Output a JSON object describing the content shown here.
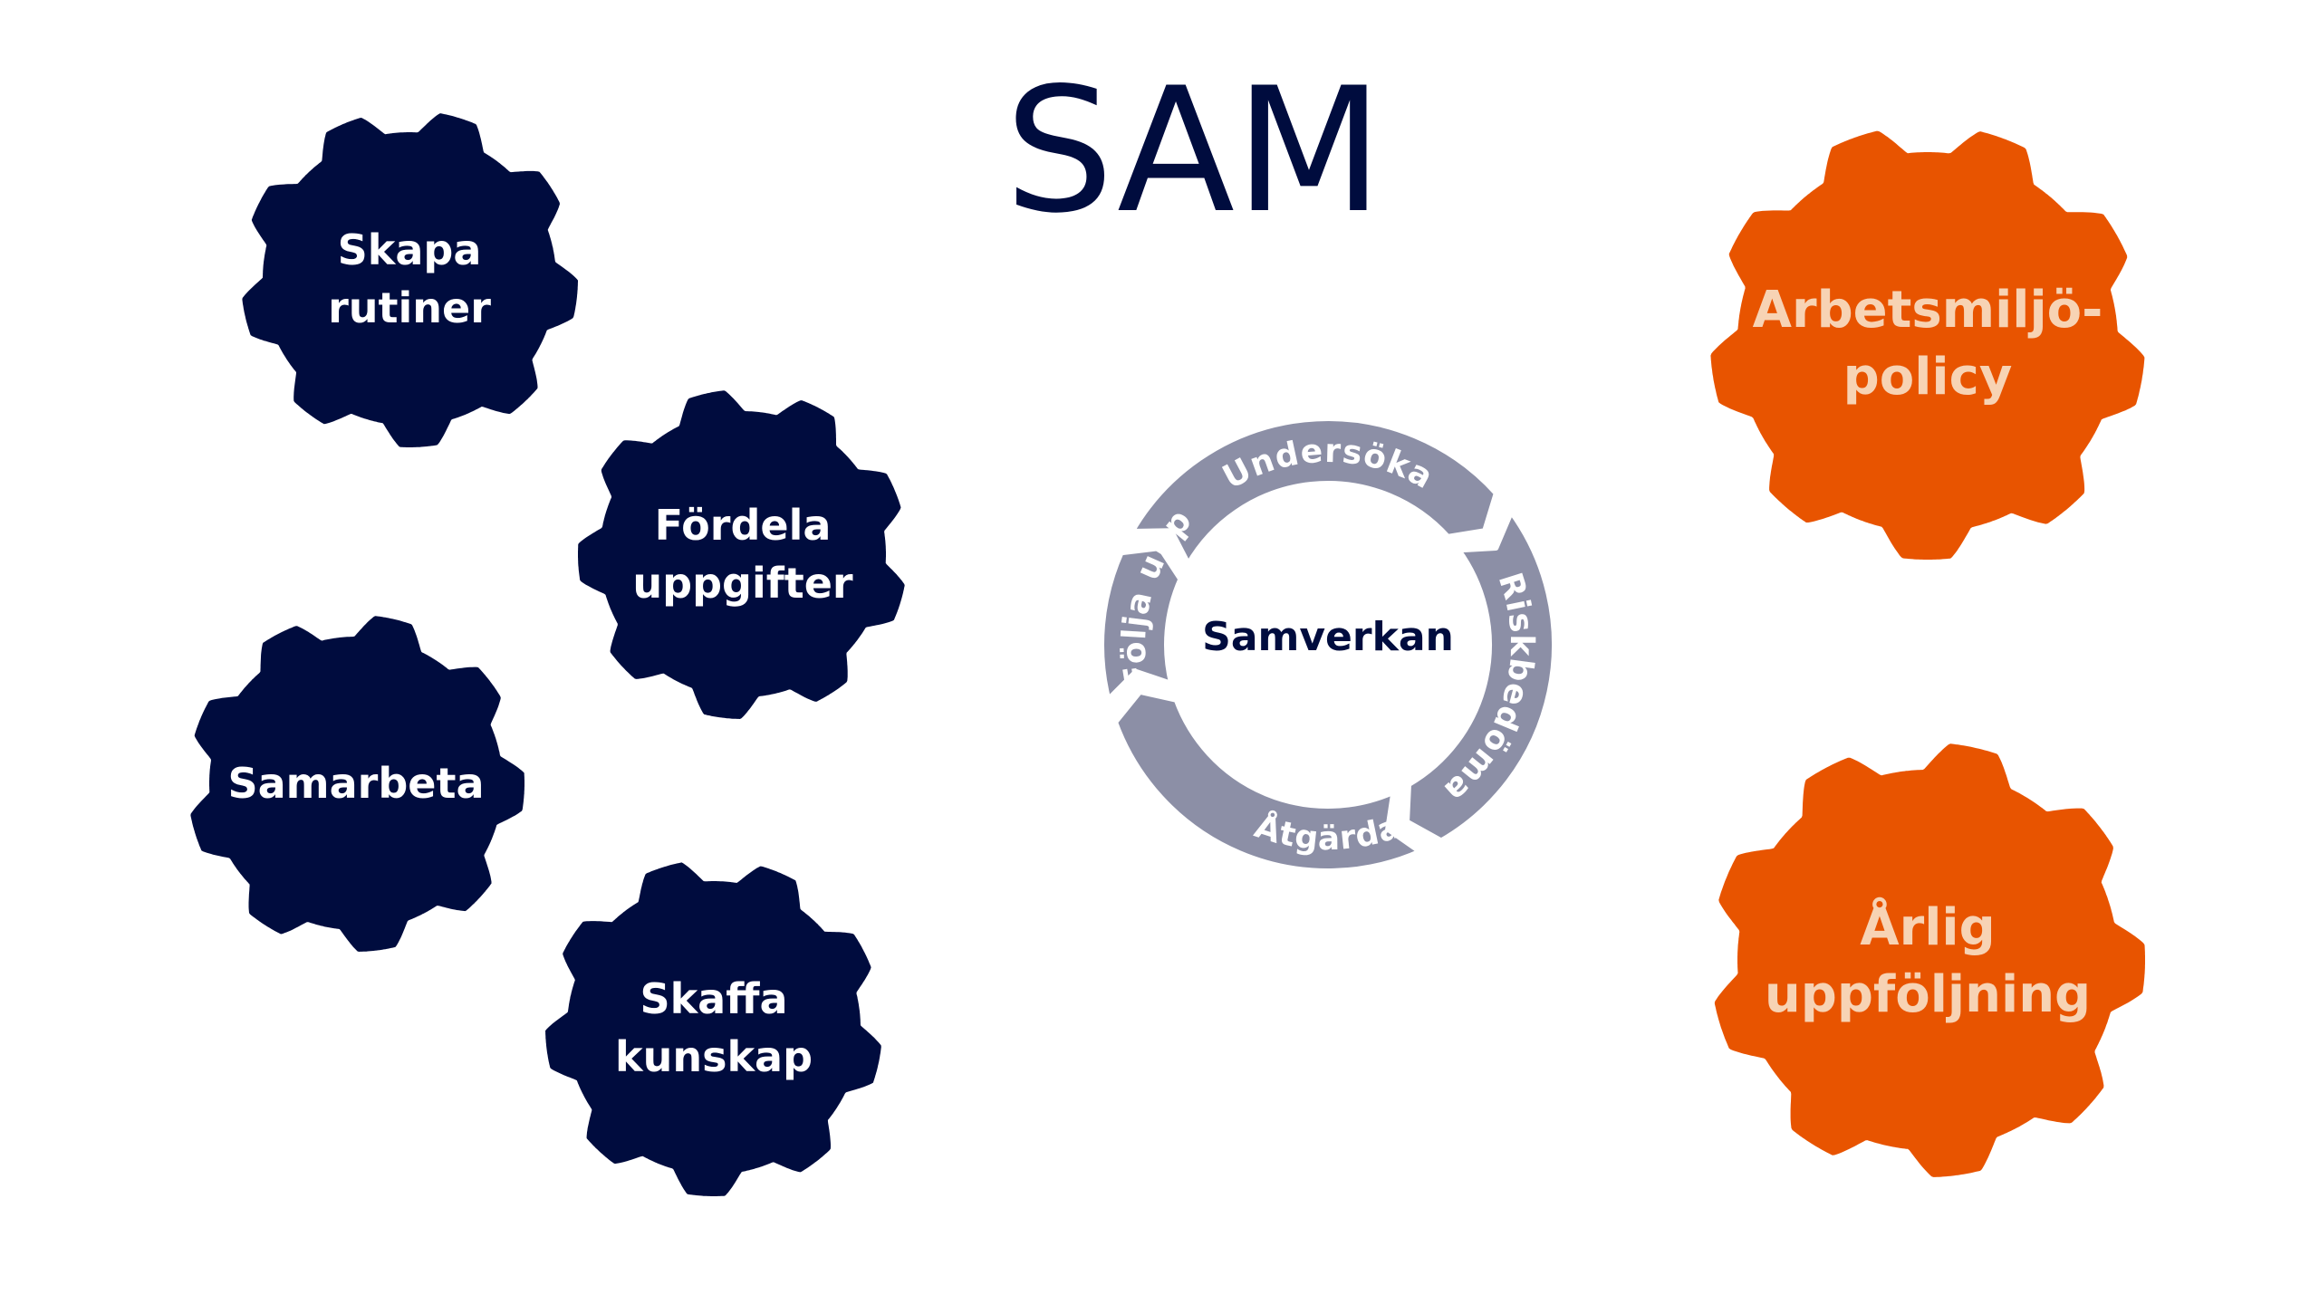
{
  "title": "SAM",
  "colors": {
    "navy": "#000C3E",
    "orange": "#E85400",
    "orange_text": "#F7D3B4",
    "ring": "#8C8FA6",
    "white": "#FFFFFF"
  },
  "navy_gears": [
    {
      "id": "skapa",
      "lines": [
        "Skapa",
        "rutiner"
      ]
    },
    {
      "id": "fordela",
      "lines": [
        "Fördela",
        "uppgifter"
      ]
    },
    {
      "id": "samarbeta",
      "lines": [
        "Samarbeta"
      ]
    },
    {
      "id": "skaffa",
      "lines": [
        "Skaffa",
        "kunskap"
      ]
    }
  ],
  "orange_gears": [
    {
      "id": "arbetsmiljo",
      "lines": [
        "Arbetsmiljö-",
        "policy"
      ]
    },
    {
      "id": "arlig",
      "lines": [
        "Årlig",
        "uppföljning"
      ]
    }
  ],
  "cycle": {
    "center": "Samverkan",
    "steps": [
      "Undersöka",
      "Riskbedöma",
      "Åtgärda",
      "Följa upp"
    ]
  }
}
